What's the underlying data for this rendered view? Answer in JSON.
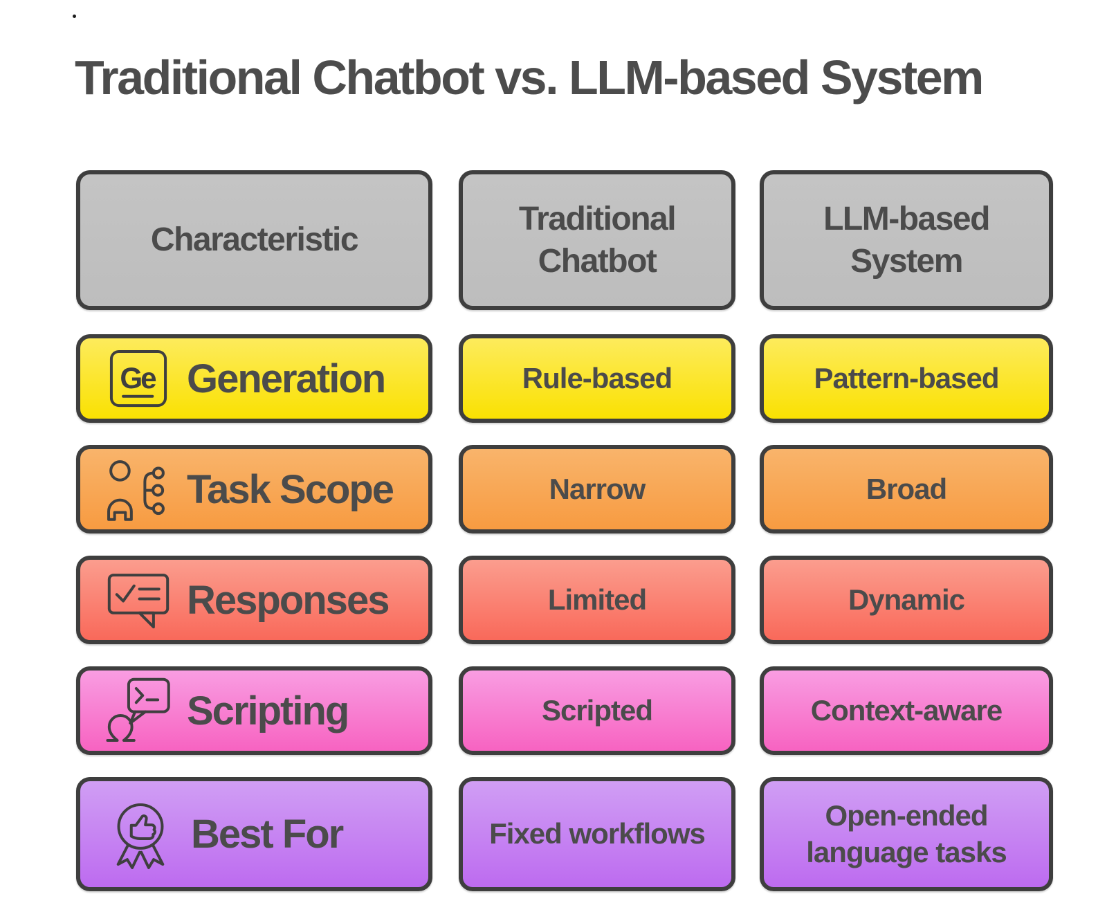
{
  "title": "Traditional Chatbot vs. LLM-based System",
  "stray_mark": ".",
  "theme": {
    "border_color": "#3e3e3e",
    "text_color": "#4b4b4b",
    "title_color": "#4c4c4c",
    "header_bg": [
      "#c4c4c4",
      "#bdbdbd"
    ]
  },
  "icons": {
    "ge_symbol": "Ge"
  },
  "table": {
    "columns": [
      "Characteristic",
      "Traditional Chatbot",
      "LLM-based System"
    ],
    "rows": [
      {
        "label": "Generation",
        "icon": "ge-element-icon",
        "traditional": "Rule-based",
        "llm": "Pattern-based",
        "bg": [
          "#fdeb5c",
          "#fae102"
        ]
      },
      {
        "label": "Task Scope",
        "icon": "person-branch-icon",
        "traditional": "Narrow",
        "llm": "Broad",
        "bg": [
          "#f9b46b",
          "#f79b41"
        ]
      },
      {
        "label": "Responses",
        "icon": "chat-checklist-icon",
        "traditional": "Limited",
        "llm": "Dynamic",
        "bg": [
          "#fb9d8e",
          "#f9695a"
        ]
      },
      {
        "label": "Scripting",
        "icon": "person-terminal-icon",
        "traditional": "Scripted",
        "llm": "Context-aware",
        "bg": [
          "#f99de2",
          "#f763c1"
        ]
      },
      {
        "label": "Best For",
        "icon": "award-thumbs-icon",
        "traditional": "Fixed workflows",
        "llm": "Open-ended language tasks",
        "bg": [
          "#d09ef4",
          "#bd6bf0"
        ]
      }
    ]
  }
}
